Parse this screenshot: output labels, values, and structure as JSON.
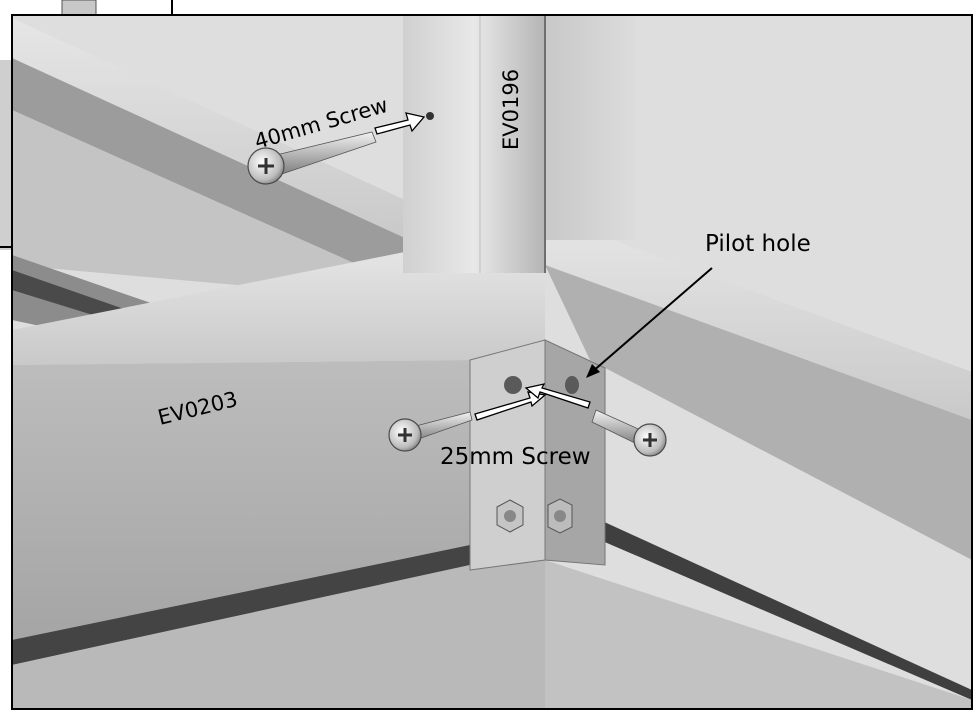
{
  "labels": {
    "part_vertical": "EV0196",
    "part_horizontal": "EV0203",
    "screw_long": "40mm Screw",
    "screw_short": "25mm Screw",
    "pilot_hole": "Pilot hole"
  },
  "colors": {
    "frame_border": "#000000",
    "arrow_fill": "#ffffff",
    "metal_light": "#d9d9d9",
    "metal_mid": "#b8b8b8",
    "metal_dark": "#8a8a8a"
  }
}
